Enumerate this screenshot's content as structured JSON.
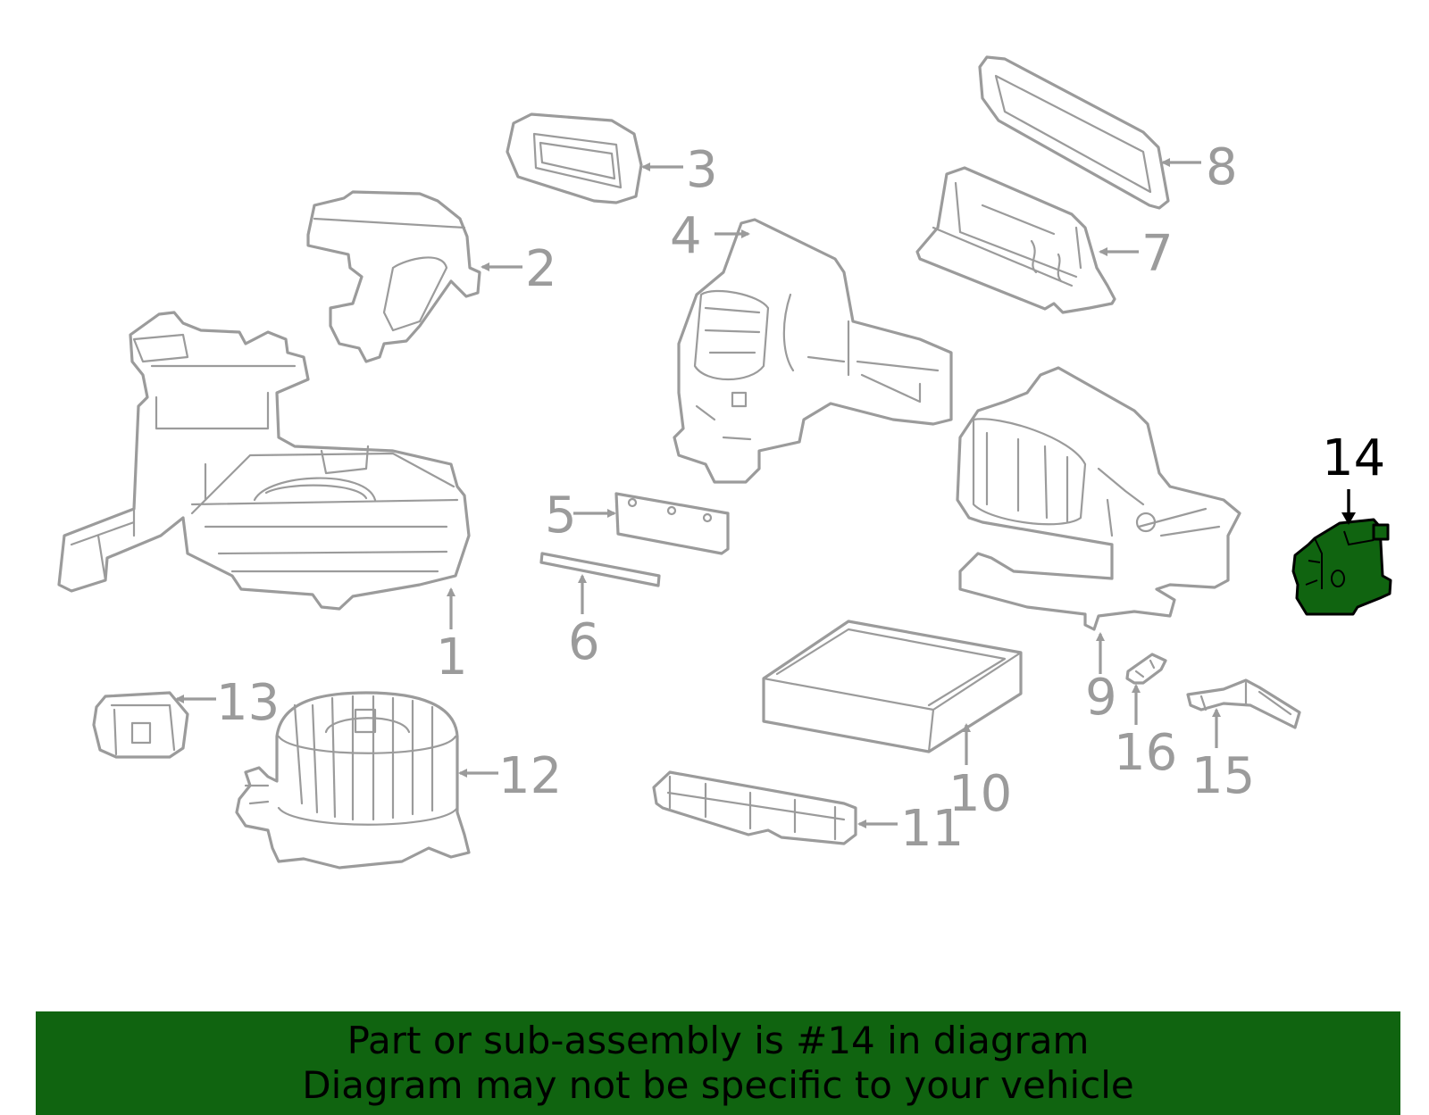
{
  "diagram": {
    "callouts": [
      "1",
      "2",
      "3",
      "4",
      "5",
      "6",
      "7",
      "8",
      "9",
      "10",
      "11",
      "12",
      "13",
      "14",
      "15",
      "16"
    ],
    "highlighted_callout": "14",
    "colors": {
      "parts": "#9b9b9b",
      "highlight_fill": "#106410",
      "highlight_outline": "#000000",
      "banner": "#106410"
    }
  },
  "banner": {
    "line1": "Part or sub-assembly is #14 in diagram",
    "line2": "Diagram may not be specific to your vehicle"
  }
}
